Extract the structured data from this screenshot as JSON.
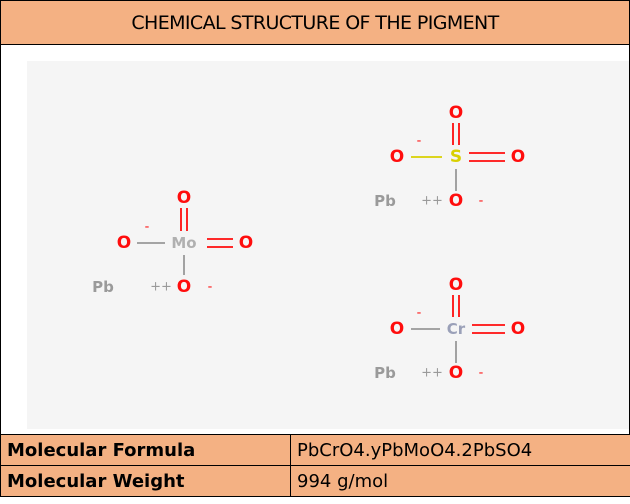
{
  "header": {
    "title": "CHEMICAL STRUCTURE OF THE PIGMENT"
  },
  "colors": {
    "header_bg": "#f4b183",
    "oxygen": "#ff0d0d",
    "sulfur": "#d9d000",
    "lead": "#9a9a9a"
  },
  "structure": {
    "molybdate": {
      "center": "Mo",
      "oxygen": "O",
      "metal": "Pb",
      "metal_charge": "++",
      "anion_charge": "-"
    },
    "sulfate": {
      "center": "S",
      "oxygen": "O",
      "metal": "Pb",
      "metal_charge": "++",
      "anion_charge": "-"
    },
    "chromate": {
      "center": "Cr",
      "oxygen": "O",
      "metal": "Pb",
      "metal_charge": "++",
      "anion_charge": "-"
    }
  },
  "properties": [
    {
      "label": "Molecular Formula",
      "value": "PbCrO4.yPbMoO4.2PbSO4"
    },
    {
      "label": "Molecular Weight",
      "value": "994 g/mol"
    }
  ]
}
